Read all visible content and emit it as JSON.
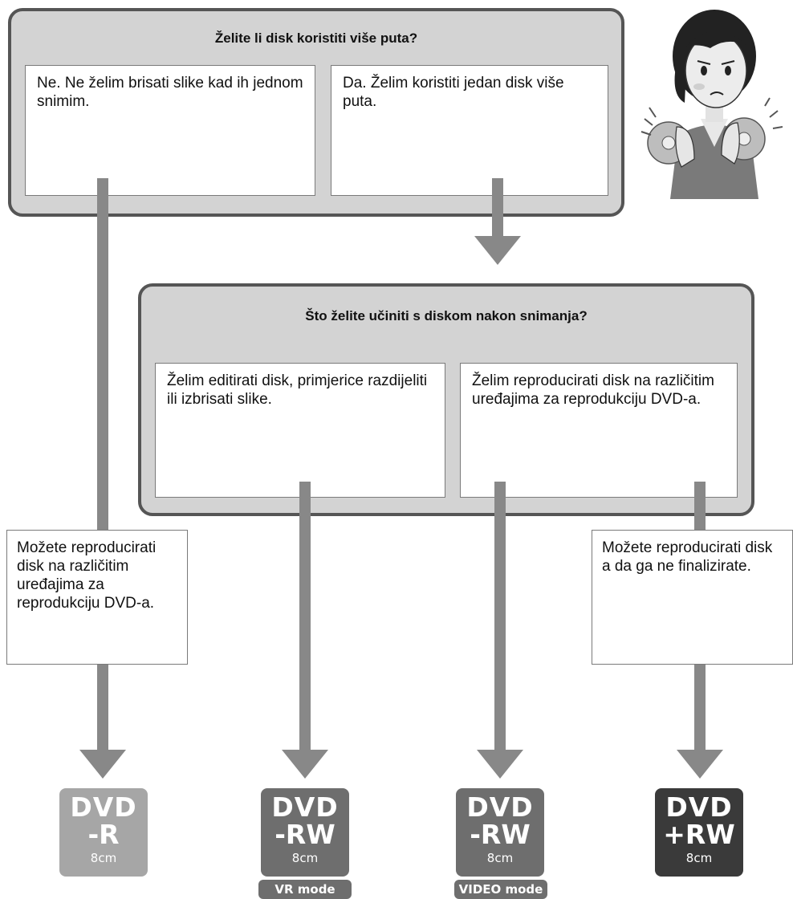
{
  "colors": {
    "frame_fill": "#d3d3d3",
    "frame_border": "#555555",
    "connector": "#888888",
    "badge_r": "#a6a6a6",
    "badge_rw": "#6e6e6e",
    "badge_plus_rw": "#3a3a3a"
  },
  "top_question": {
    "title": "Želite li disk koristiti više puta?",
    "option_no": "Ne. Ne želim brisati slike kad ih jednom snimim.",
    "option_yes": "Da. Želim koristiti jedan disk više puta."
  },
  "second_question": {
    "title": "Što želite učiniti s diskom nakon snimanja?",
    "option_edit": "Želim editirati disk, primjerice razdijeliti ili izbrisati slike.",
    "option_play": "Želim reproducirati disk na različitim uređajima za reprodukciju DVD-a."
  },
  "notes": {
    "left": "Možete reproducirati disk na različitim uređajima za reprodukciju DVD-a.",
    "right": "Možete reproducirati disk a da ga ne finalizirate."
  },
  "disks": [
    {
      "line1": "DVD",
      "line2": "-R",
      "size": "8cm",
      "mode": ""
    },
    {
      "line1": "DVD",
      "line2": "-RW",
      "size": "8cm",
      "mode": "VR mode"
    },
    {
      "line1": "DVD",
      "line2": "-RW",
      "size": "8cm",
      "mode": "VIDEO mode"
    },
    {
      "line1": "DVD",
      "line2": "+RW",
      "size": "8cm",
      "mode": ""
    }
  ],
  "illustration": "woman-holding-discs"
}
